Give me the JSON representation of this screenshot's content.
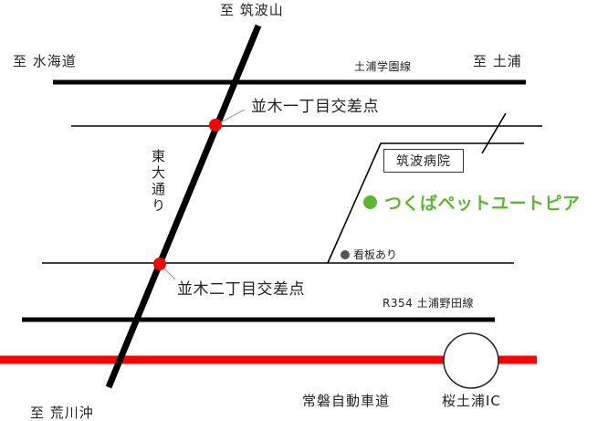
{
  "labels": {
    "to_tsukubasan": "至 筑波山",
    "to_mito": "至 水海道",
    "to_tsuchiura": "至 土浦",
    "to_arakawaoki": "至 荒川沖",
    "tsuchiura_gakuen_line": "土浦学園線",
    "higashi_odori": "東大通り",
    "namiki_1": "並木一丁目交差点",
    "namiki_2": "並木二丁目交差点",
    "hospital": "筑波病院",
    "destination": "つくばペットユートピア",
    "signboard": "看板あり",
    "r354": "R354 土浦野田線",
    "expressway": "常磐自動車道",
    "ic": "桜土浦IC"
  },
  "colors": {
    "road": "#000000",
    "expressway": "#ff0000",
    "junction": "#ff0000",
    "destination": "#5cb82e",
    "signboard_dot": "#555555"
  }
}
